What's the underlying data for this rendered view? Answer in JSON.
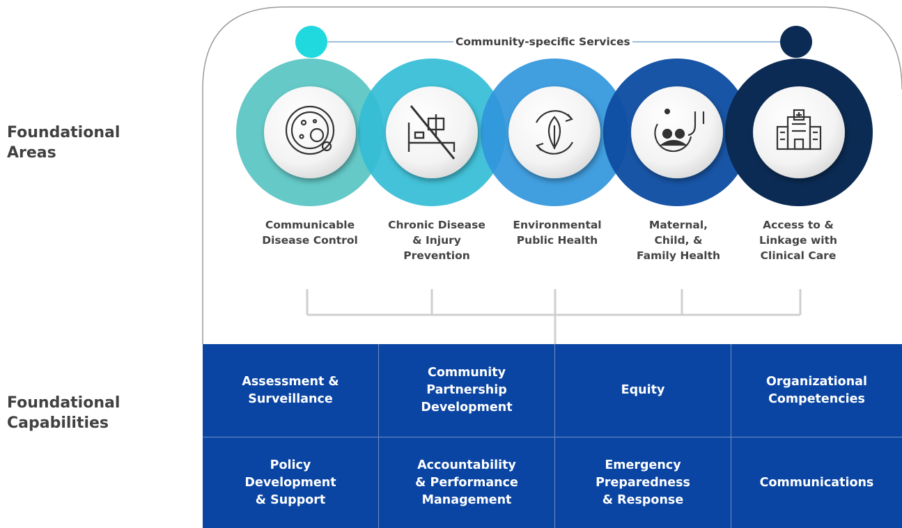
{
  "row_labels": {
    "areas": "Foundational\nAreas",
    "capabilities": "Foundational\nCapabilities"
  },
  "services": "Community-specific Services",
  "areas": [
    {
      "label": "Communicable\nDisease Control",
      "icon": "petri-dish-icon",
      "color": "#5fc7c5"
    },
    {
      "label": "Chronic Disease\n& Injury\nPrevention",
      "icon": "no-hospital-bed-icon",
      "color": "#33bdd6"
    },
    {
      "label": "Environmental\nPublic Health",
      "icon": "leaf-cycle-icon",
      "color": "#3196dc"
    },
    {
      "label": "Maternal,\nChild, &\nFamily Health",
      "icon": "family-stethoscope-icon",
      "color": "#0f4ea2"
    },
    {
      "label": "Access to &\nLinkage with\nClinical Care",
      "icon": "hospital-building-icon",
      "color": "#0b2b54"
    }
  ],
  "capabilities": [
    [
      "Assessment &\nSurveillance",
      "Community\nPartnership\nDevelopment",
      "Equity",
      "Organizational\nCompetencies"
    ],
    [
      "Policy\nDevelopment\n& Support",
      "Accountability\n& Performance\nManagement",
      "Emergency\nPreparedness\n& Response",
      "Communications"
    ]
  ],
  "colors": {
    "capability_fill": "#0a45a3",
    "services_start_dot": "#1fd9df",
    "services_end_dot": "#0b2b54",
    "connector": "#cfcfcf"
  }
}
